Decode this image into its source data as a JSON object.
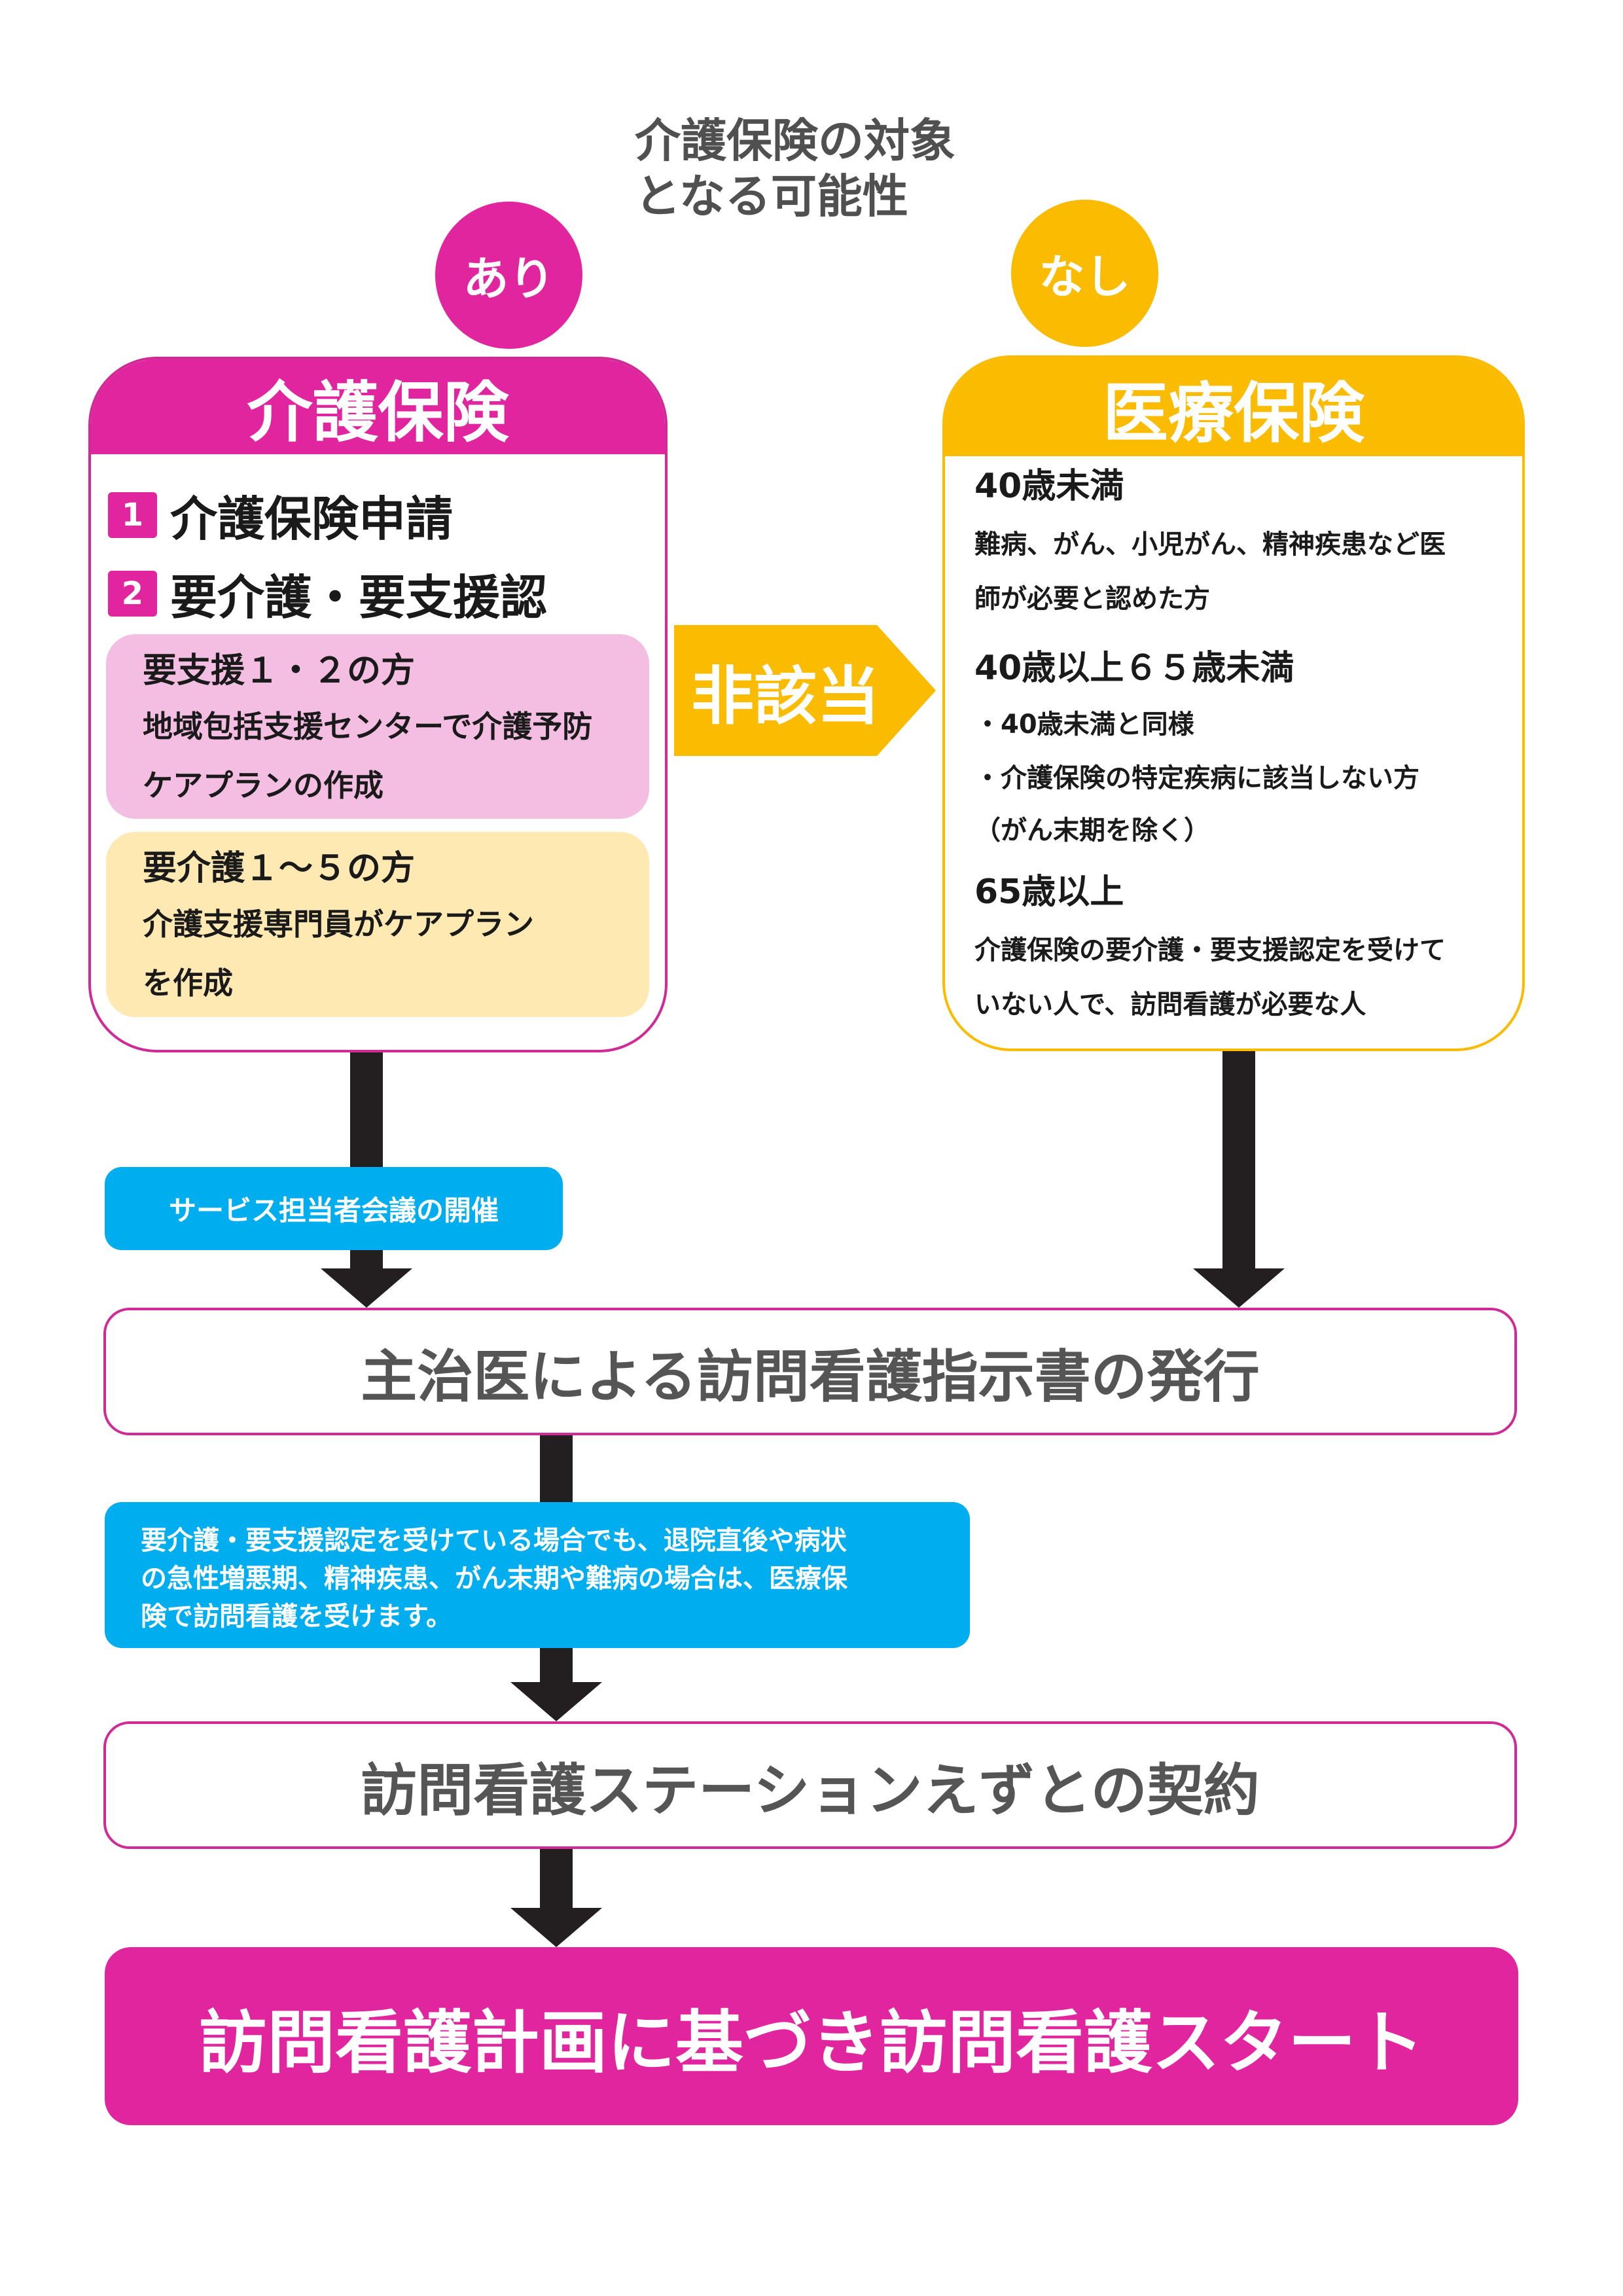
{
  "question": {
    "line1": "介護保険の対象",
    "line2": "となる可能性"
  },
  "badges": {
    "yes": "あり",
    "no": "なし"
  },
  "kaigo": {
    "title": "介護保険",
    "steps": [
      {
        "num": "1",
        "label": "介護保険申請"
      },
      {
        "num": "2",
        "label": "要介護・要支援認"
      }
    ],
    "support": {
      "title": "要支援１・２の方",
      "line1": "地域包括支援センターで介護予防",
      "line2": "ケアプランの作成"
    },
    "care": {
      "title": "要介護１～５の方",
      "line1": "介護支援専門員がケアプラン",
      "line2": "を作成"
    }
  },
  "not_applicable": "非該当",
  "iryo": {
    "title": "医療保険",
    "under40": {
      "heading": "40歳未満",
      "line1": "難病、がん、小児がん、精神疾患など医",
      "line2": "師が必要と認めた方"
    },
    "from40to65": {
      "heading": "40歳以上６５歳未満",
      "line1": "・40歳未満と同様",
      "line2": "・介護保険の特定疾病に該当しない方",
      "line3": "（がん末期を除く）"
    },
    "over65": {
      "heading": "65歳以上",
      "line1": "介護保険の要介護・要支援認定を受けて",
      "line2": "いない人で、訪問看護が必要な人"
    }
  },
  "service_meeting": "サービス担当者会議の開催",
  "instruction_issue": "主治医による訪問看護指示書の発行",
  "note": {
    "line1": "要介護・要支援認定を受けている場合でも、退院直後や病状",
    "line2": "の急性増悪期、精神疾患、がん末期や難病の場合は、医療保",
    "line3": "険で訪問看護を受けます。"
  },
  "contract": "訪問看護ステーションえずとの契約",
  "start": "訪問看護計画に基づき訪問看護スタート",
  "colors": {
    "magenta": "#e0259f",
    "yellow": "#fbbb00",
    "blue": "#00aeef",
    "arrow": "#231f20"
  }
}
